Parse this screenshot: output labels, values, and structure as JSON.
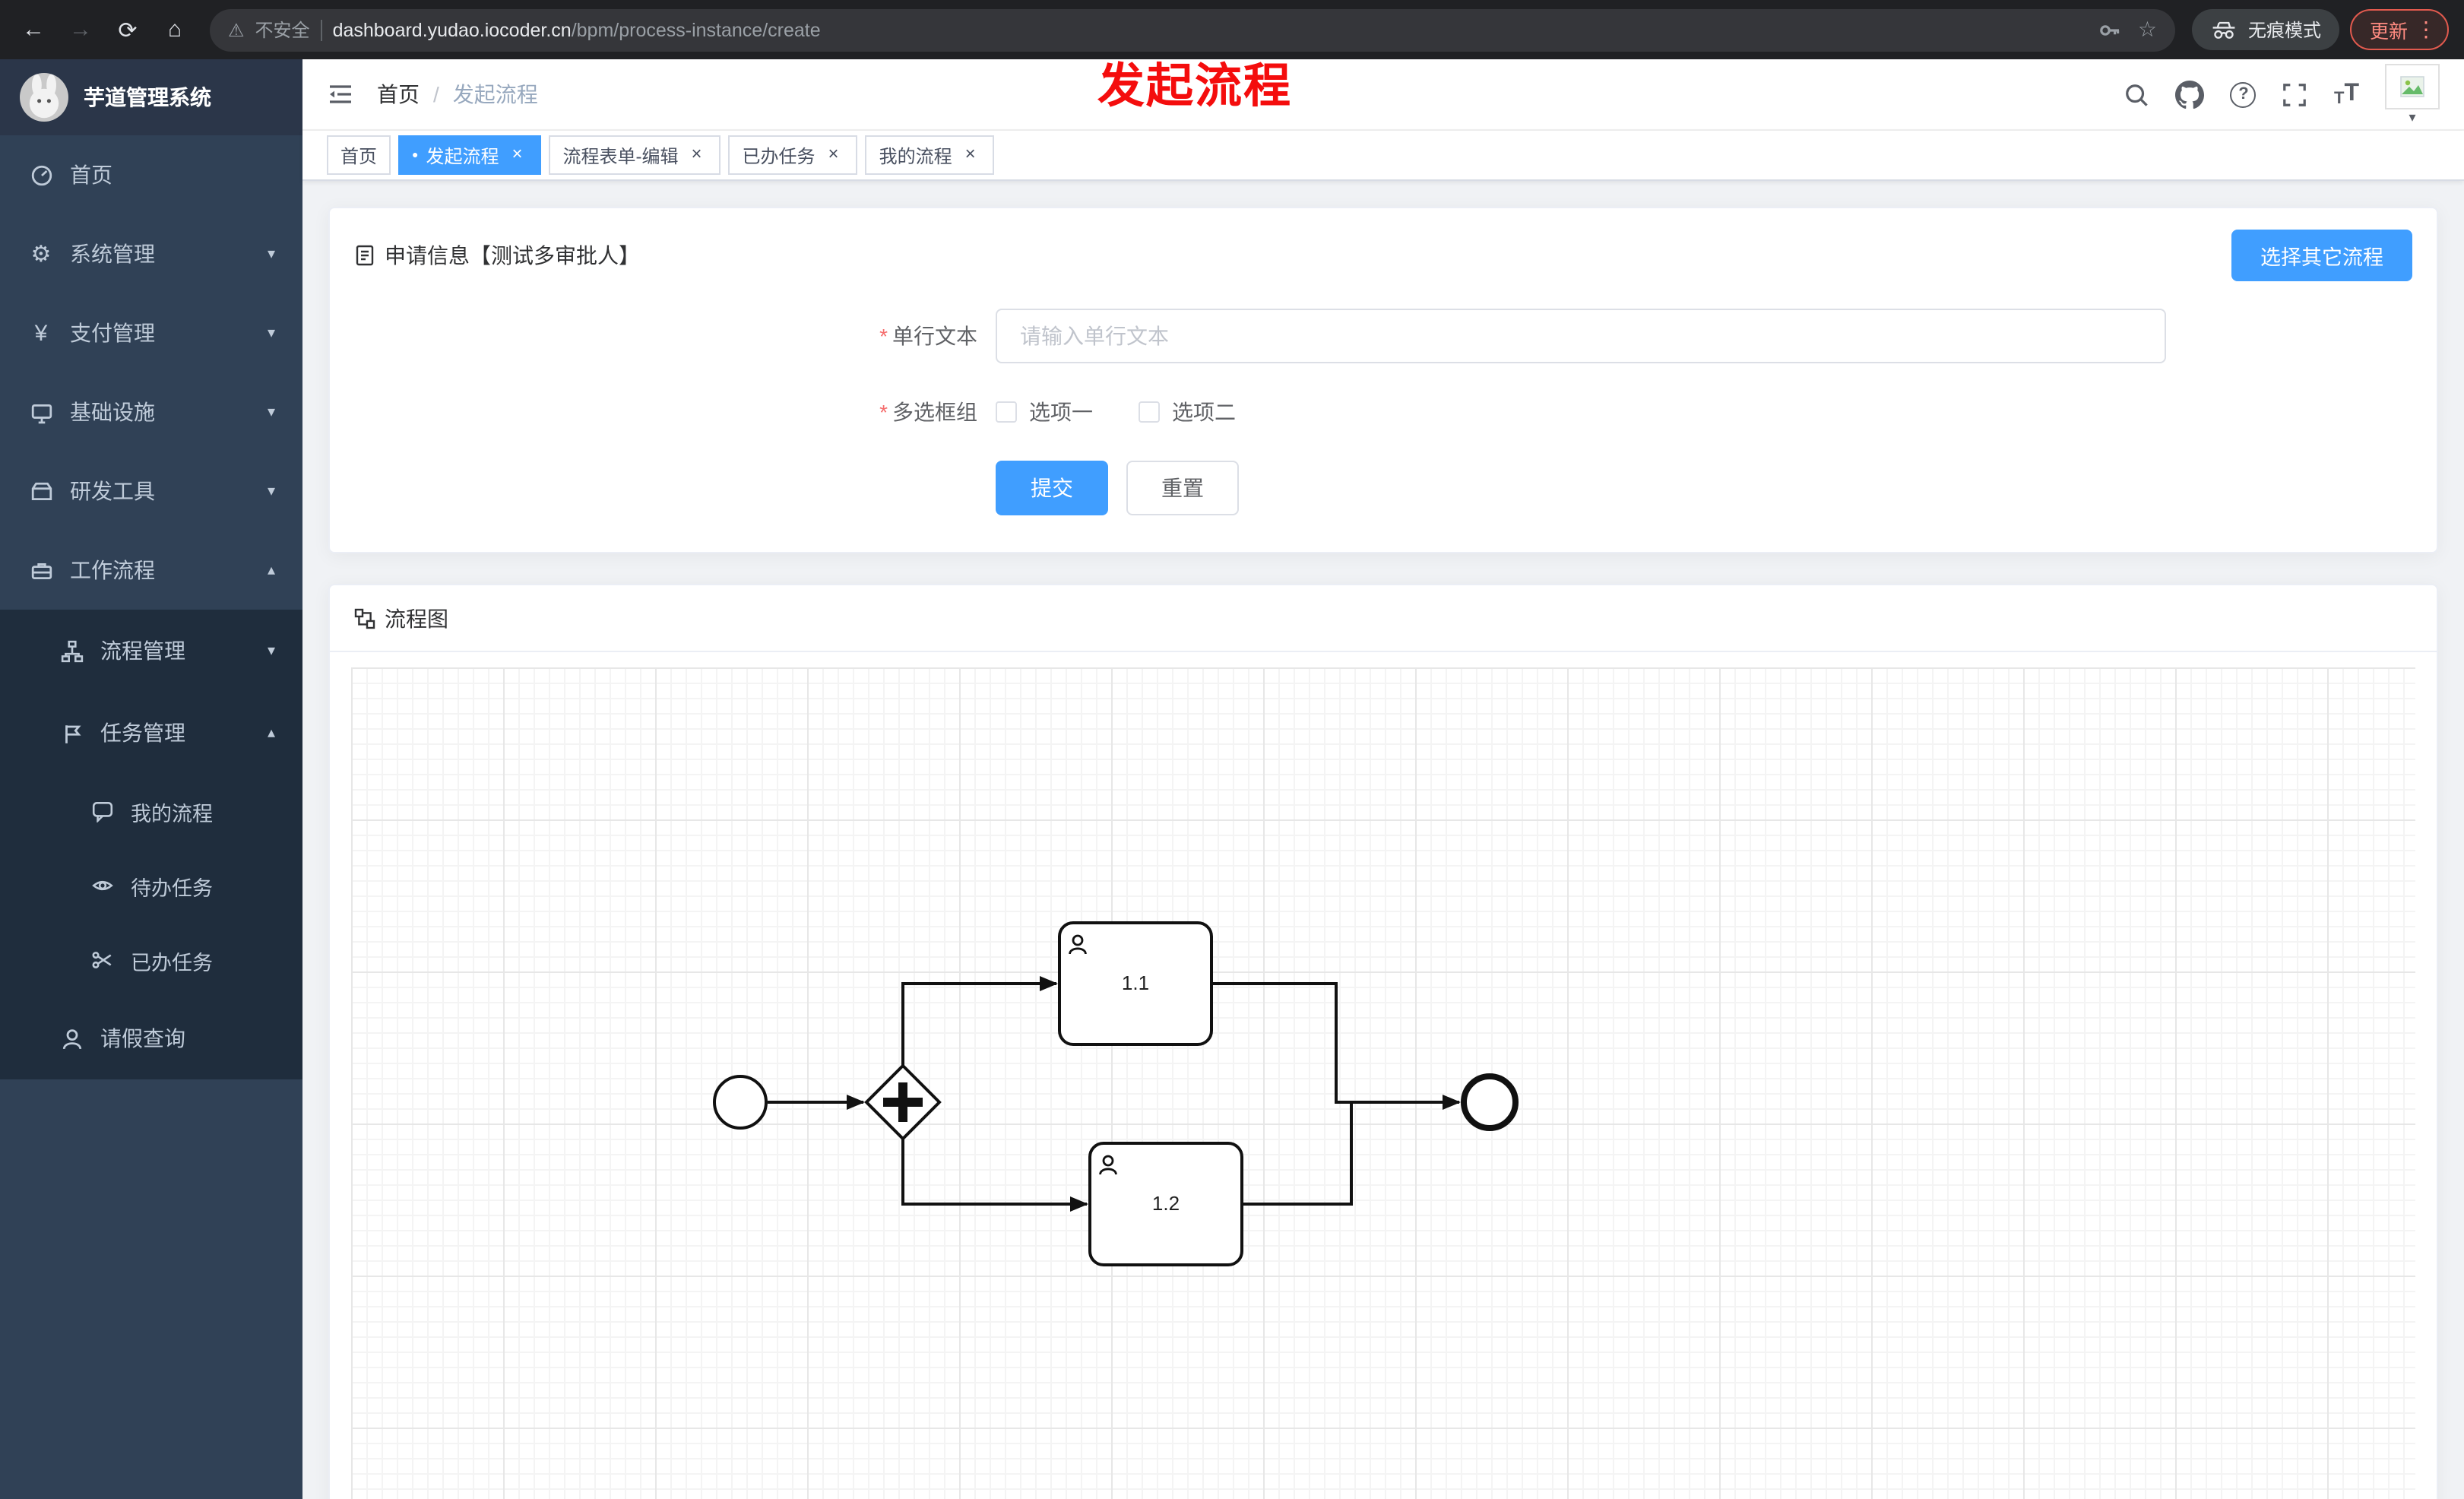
{
  "browser": {
    "security_label": "不安全",
    "url_host": "dashboard.yudao.iocoder.cn",
    "url_path": "/bpm/process-instance/create",
    "incognito_label": "无痕模式",
    "update_label": "更新"
  },
  "annotation": {
    "text": "发起流程"
  },
  "icons": {
    "back": "←",
    "forward": "→",
    "refresh": "⟳",
    "home": "⌂",
    "warning": "⚠",
    "star": "☆",
    "ellipsis_v": "⋮",
    "close": "×",
    "chevron_down": "▾",
    "chevron_up": "▴",
    "caret_down": "▾",
    "breadcrumb_separator": "/",
    "active_dot": "●",
    "help": "?",
    "letter_t": "T",
    "yen": "¥",
    "gear": "⚙"
  },
  "sidebar": {
    "logo_title": "芋道管理系统",
    "home": "首页",
    "system": "系统管理",
    "payment": "支付管理",
    "infra": "基础设施",
    "devtools": "研发工具",
    "workflow": "工作流程",
    "process_mgmt": "流程管理",
    "task_mgmt": "任务管理",
    "my_process": "我的流程",
    "todo_task": "待办任务",
    "done_task": "已办任务",
    "leave_query": "请假查询"
  },
  "header": {
    "breadcrumb_home": "首页",
    "breadcrumb_current": "发起流程"
  },
  "tabs": [
    {
      "label": "首页"
    },
    {
      "label": "发起流程"
    },
    {
      "label": "流程表单-编辑"
    },
    {
      "label": "已办任务"
    },
    {
      "label": "我的流程"
    }
  ],
  "apply_card": {
    "title": "申请信息【测试多审批人】",
    "switch_button": "选择其它流程",
    "required_mark": "*",
    "fields": {
      "text_label": "单行文本",
      "text_placeholder": "请输入单行文本",
      "text_value": "",
      "checkbox_label": "多选框组",
      "options": [
        "选项一",
        "选项二"
      ]
    },
    "submit_label": "提交",
    "reset_label": "重置"
  },
  "diagram_card": {
    "title": "流程图",
    "task1": "1.1",
    "task2": "1.2"
  },
  "colors": {
    "accent": "#409eff",
    "sidebar_bg": "#304156",
    "submenu_bg": "#1f2d3d",
    "danger": "#f56c6c",
    "annotation_red": "#f40d0d"
  }
}
